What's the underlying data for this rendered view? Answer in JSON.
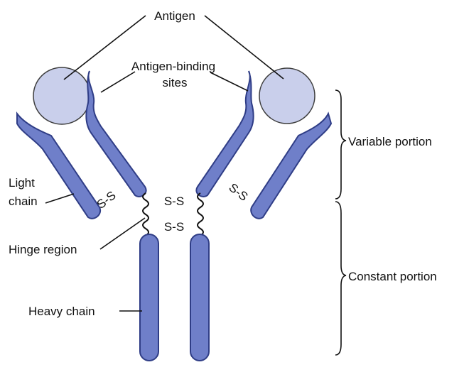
{
  "labels": {
    "antigen": "Antigen",
    "binding_line1": "Antigen-binding",
    "binding_line2": "sites",
    "light_line1": "Light",
    "light_line2": "chain",
    "hinge": "Hinge region",
    "heavy": "Heavy chain",
    "variable": "Variable portion",
    "constant": "Constant portion",
    "ss_left": "S-S",
    "ss_right": "S-S",
    "ss_mid_top": "S-S",
    "ss_mid_bottom": "S-S"
  },
  "colors": {
    "chain_fill": "#6f7fc9",
    "chain_stroke": "#2f3d86",
    "antigen_fill": "#c9cfeb"
  }
}
